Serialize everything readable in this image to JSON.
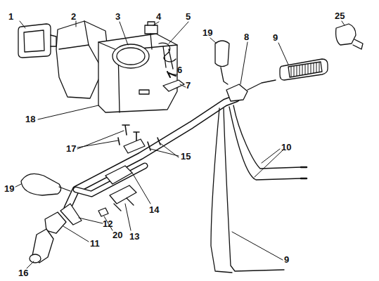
{
  "diagram": {
    "labels": [
      "1",
      "2",
      "3",
      "4",
      "5",
      "19",
      "8",
      "9",
      "25",
      "6",
      "7",
      "18",
      "17",
      "15",
      "10",
      "19",
      "14",
      "11",
      "12",
      "20",
      "13",
      "16",
      "9"
    ]
  }
}
